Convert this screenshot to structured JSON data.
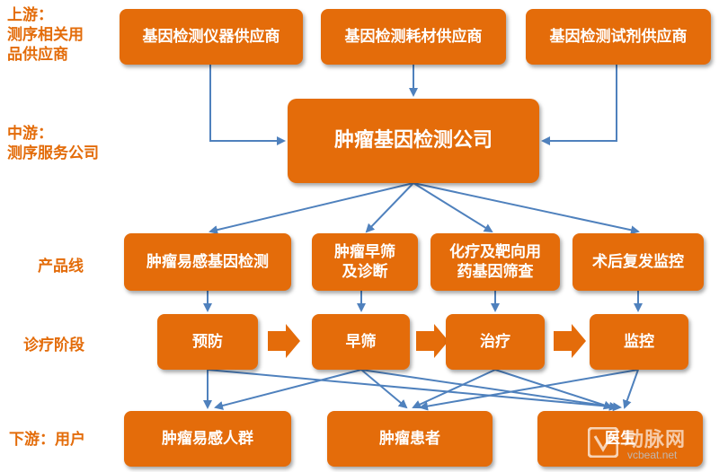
{
  "labels": {
    "upstream": "上游：\n测序相关用\n品供应商",
    "midstream": "中游：\n测序服务公司",
    "product_line": "产品线",
    "stage": "诊疗阶段",
    "downstream": "下游：用户"
  },
  "suppliers": [
    "基因检测仪器供应商",
    "基因检测耗材供应商",
    "基因检测试剂供应商"
  ],
  "company": "肿瘤基因检测公司",
  "products": [
    "肿瘤易感基因检测",
    "肿瘤早筛\n及诊断",
    "化疗及靶向用\n药基因筛查",
    "术后复发监控"
  ],
  "stages": [
    "预防",
    "早筛",
    "治疗",
    "监控"
  ],
  "users": [
    "肿瘤易感人群",
    "肿瘤患者",
    "医生"
  ],
  "watermark": {
    "text": "动脉网",
    "url": "vcbeat.net"
  },
  "colors": {
    "box": "#e46c0a",
    "label": "#e36c0a",
    "arrow": "#4f81bd",
    "process_arrow": "#e46c0a"
  }
}
